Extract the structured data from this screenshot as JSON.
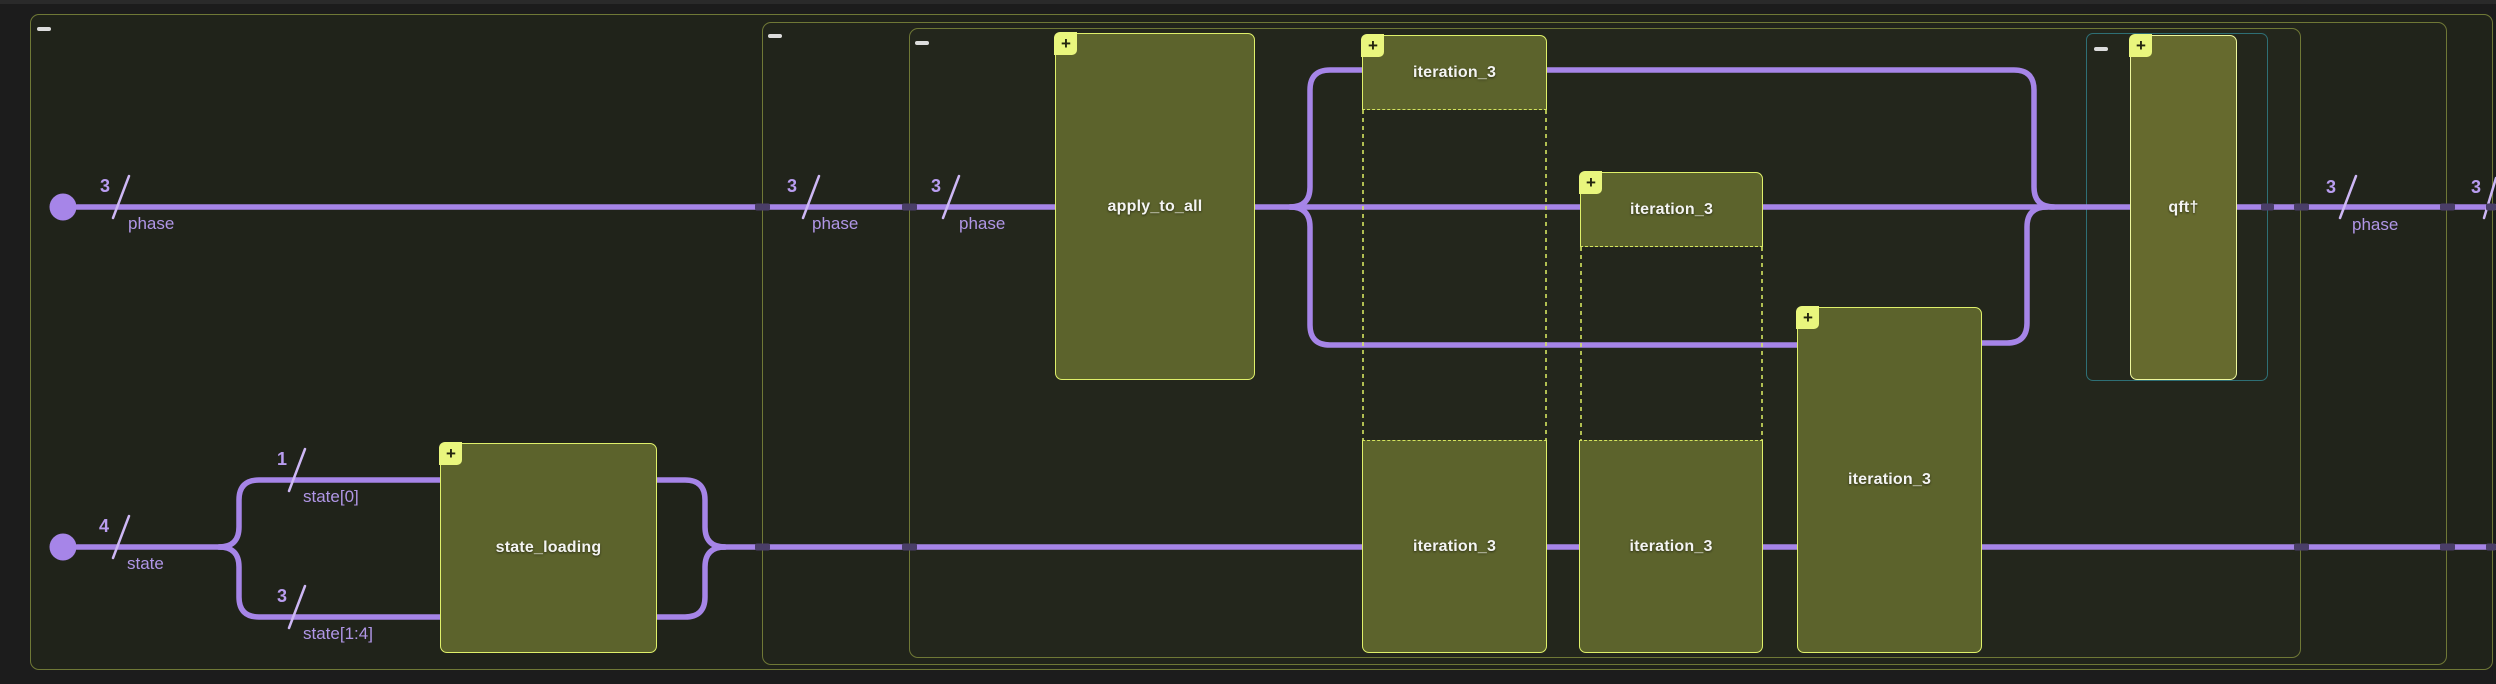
{
  "app": "quantum-circuit-canvas",
  "colors": {
    "wire": "#a685e8",
    "wire_label": "#b39ae9",
    "gate_fill": "#5c632c",
    "gate_border": "#dff06a",
    "qft_border": "#eef79d",
    "badge_fill": "#e9f67d",
    "scope_border": "#6f7836",
    "teal_scope_border": "#2e6f75",
    "background": "#1c1c1c"
  },
  "registers": [
    {
      "bus": "3",
      "name": "phase"
    },
    {
      "bus": "4",
      "name": "state"
    }
  ],
  "containers": [
    {
      "id": "outer-scope",
      "collapse": "−"
    },
    {
      "id": "second-scope",
      "collapse": "−"
    },
    {
      "id": "third-scope",
      "collapse": "−"
    },
    {
      "id": "invert-scope",
      "collapse": "−"
    }
  ],
  "gates": [
    {
      "label": "state_loading",
      "badge": "+"
    },
    {
      "label": "apply_to_all",
      "badge": "+"
    },
    {
      "label": "iteration_3",
      "badge": "+"
    },
    {
      "label": "iteration_3",
      "badge": "+"
    },
    {
      "label": "iteration_3",
      "badge": "+"
    },
    {
      "label": "qft†",
      "badge": "+"
    },
    {
      "label": "iteration_3"
    },
    {
      "label": "iteration_3"
    }
  ],
  "wire_labels": [
    {
      "num": "3",
      "name": "phase"
    },
    {
      "num": "4",
      "name": "state"
    },
    {
      "num": "1",
      "name": "state[0]"
    },
    {
      "num": "3",
      "name": "state[1:4]"
    },
    {
      "num": "3",
      "name": "phase"
    },
    {
      "num": "3",
      "name": "phase"
    },
    {
      "num": "3",
      "name": "phase"
    },
    {
      "num": "3",
      "name": ""
    }
  ]
}
